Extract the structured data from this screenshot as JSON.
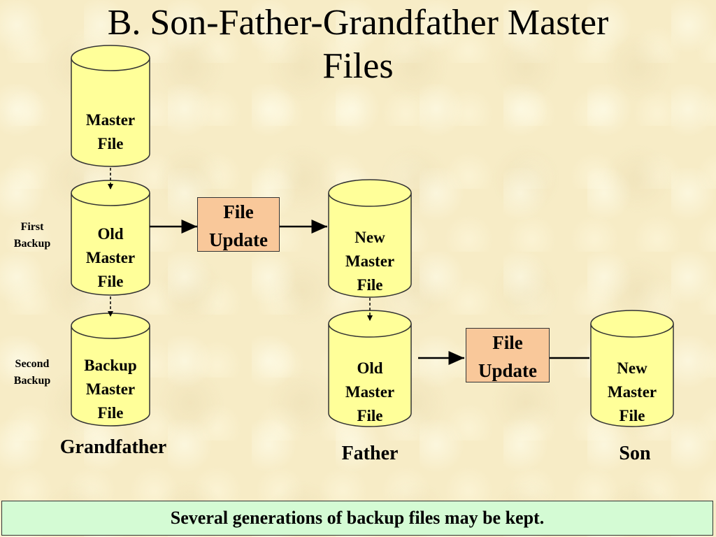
{
  "title": {
    "line1": "B. Son-Father-Grandfather Master",
    "line2": "Files"
  },
  "cylinders": {
    "master_file": [
      "Master",
      "File"
    ],
    "old_master_1": [
      "Old",
      "Master",
      "File"
    ],
    "backup_master": [
      "Backup",
      "Master",
      "File"
    ],
    "new_master_1": [
      "New",
      "Master",
      "File"
    ],
    "old_master_2": [
      "Old",
      "Master",
      "File"
    ],
    "new_master_2": [
      "New",
      "Master",
      "File"
    ]
  },
  "process_boxes": {
    "update_1": [
      "File",
      "Update"
    ],
    "update_2": [
      "File",
      "Update"
    ]
  },
  "side_labels": {
    "first_backup": [
      "First",
      "Backup"
    ],
    "second_backup": [
      "Second",
      "Backup"
    ]
  },
  "generations": {
    "grandfather": "Grandfather",
    "father": "Father",
    "son": "Son"
  },
  "footer": "Several generations of backup files may be kept.",
  "colors": {
    "cylinder_fill": "#ffff99",
    "process_fill": "#f9c89a",
    "footer_fill": "#d4fbd4",
    "background": "#f7ecc6"
  }
}
